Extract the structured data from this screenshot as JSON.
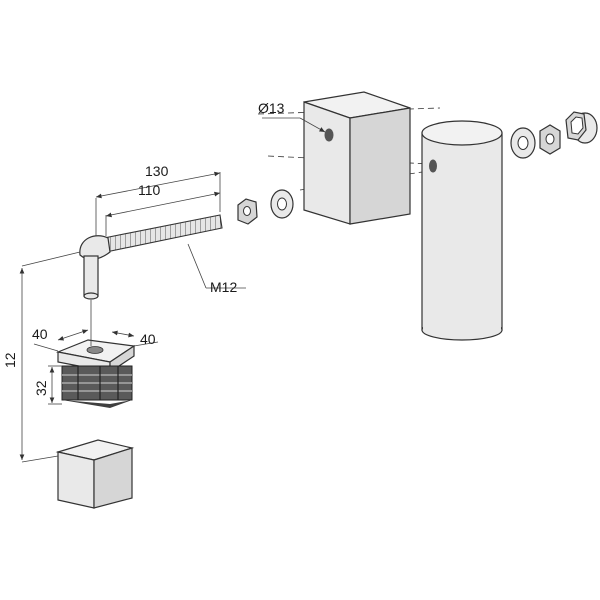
{
  "dimensions": {
    "hole_diameter": "Ø13",
    "overall_length": "130",
    "thread_length": "110",
    "thread_size": "M12",
    "height": "12",
    "plate_width_left": "40",
    "plate_width_right": "40",
    "insert_height": "32"
  }
}
